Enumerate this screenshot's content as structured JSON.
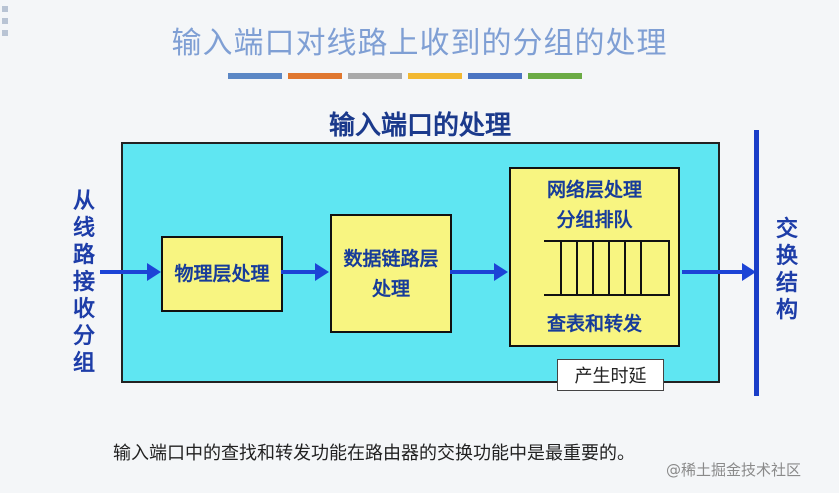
{
  "slide": {
    "title": "输入端口对线路上收到的分组的处理",
    "accent_colors": [
      "#5b87c5",
      "#e0772f",
      "#a9a9a9",
      "#f2b831",
      "#4a74c2",
      "#6bab45"
    ],
    "subtitle": "输入端口的处理",
    "left_label": "从线路接收分组",
    "right_label": "交换结构",
    "physical_layer": "物理层处理",
    "data_link_layer": [
      "数据链路层",
      "处理"
    ],
    "network_layer": [
      "网络层处理",
      "分组排队"
    ],
    "lookup_forward": "查表和转发",
    "delay_label": "产生时延",
    "caption": "输入端口中的查找和转发功能在路由器的交换功能中是最重要的。",
    "watermark": "@稀土掘金技术社区"
  }
}
